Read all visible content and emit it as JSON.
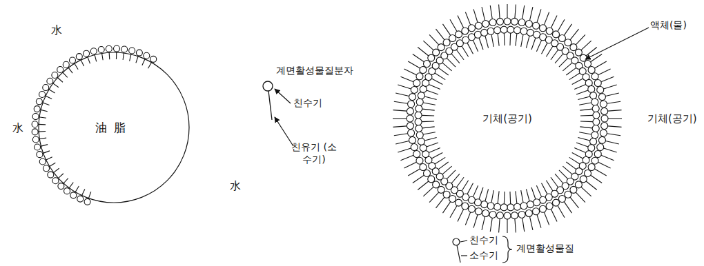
{
  "diagram": {
    "nodes": [
      {
        "text": [
          "油脂"
        ]
      },
      {
        "text": [
          "기체(공기)"
        ]
      }
    ],
    "labels": [
      "水",
      "水",
      "水",
      "계면활성물질분자",
      "친수기",
      "친유기 (소수기)",
      "액체(물)",
      "기체(공기)",
      "친수기",
      "소수기",
      "계면활성물질"
    ]
  }
}
